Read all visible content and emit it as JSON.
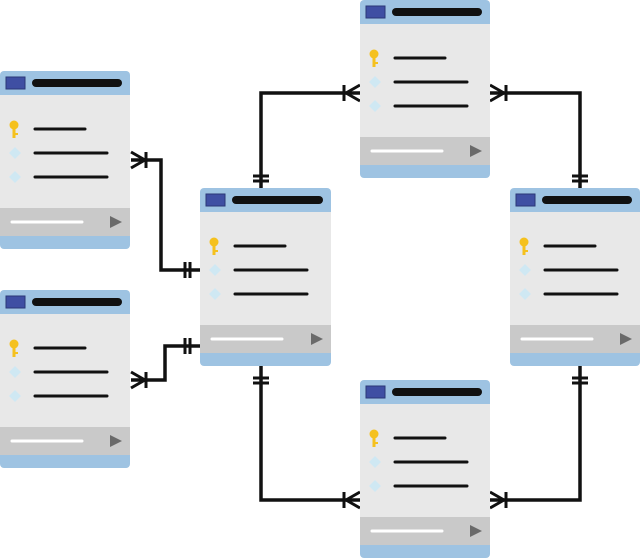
{
  "colors": {
    "header": "#9ec3e2",
    "body": "#e8e8e8",
    "footer": "#c9c9c9",
    "base": "#9ec3e2",
    "title_square": "#3f4fa3",
    "bar": "#111111",
    "key": "#f5c11e",
    "diamond": "#cfe8f3",
    "footer_line": "#ffffff",
    "arrow": "#6a6a6a",
    "connector": "#111111"
  },
  "tables": [
    {
      "id": "top-left",
      "rows": [
        {
          "icon": "key-icon"
        },
        {
          "icon": "diamond-icon"
        },
        {
          "icon": "diamond-icon"
        }
      ]
    },
    {
      "id": "bottom-left",
      "rows": [
        {
          "icon": "key-icon"
        },
        {
          "icon": "diamond-icon"
        },
        {
          "icon": "diamond-icon"
        }
      ]
    },
    {
      "id": "center",
      "rows": [
        {
          "icon": "key-icon"
        },
        {
          "icon": "diamond-icon"
        },
        {
          "icon": "diamond-icon"
        }
      ]
    },
    {
      "id": "top",
      "rows": [
        {
          "icon": "key-icon"
        },
        {
          "icon": "diamond-icon"
        },
        {
          "icon": "diamond-icon"
        }
      ]
    },
    {
      "id": "right",
      "rows": [
        {
          "icon": "key-icon"
        },
        {
          "icon": "diamond-icon"
        },
        {
          "icon": "diamond-icon"
        }
      ]
    },
    {
      "id": "bottom",
      "rows": [
        {
          "icon": "key-icon"
        },
        {
          "icon": "diamond-icon"
        },
        {
          "icon": "diamond-icon"
        }
      ]
    }
  ],
  "relationships": [
    {
      "from": "center",
      "to": "top-left",
      "from_end": "one",
      "to_end": "many"
    },
    {
      "from": "center",
      "to": "bottom-left",
      "from_end": "one",
      "to_end": "many"
    },
    {
      "from": "center",
      "to": "top",
      "from_end": "one",
      "to_end": "many"
    },
    {
      "from": "center",
      "to": "bottom",
      "from_end": "one",
      "to_end": "many"
    },
    {
      "from": "right",
      "to": "top",
      "from_end": "one",
      "to_end": "many"
    },
    {
      "from": "right",
      "to": "bottom",
      "from_end": "one",
      "to_end": "many"
    }
  ]
}
